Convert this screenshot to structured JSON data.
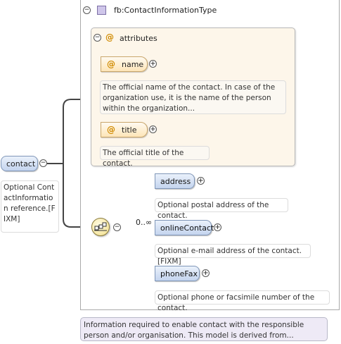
{
  "type": {
    "name": "fb:ContactInformationType",
    "documentation": "Information required to enable contact with the responsible person and/or organisation. This model is derived from..."
  },
  "attributes": {
    "label": "attributes",
    "items": [
      {
        "name": "name",
        "documentation": "The official name of the contact. In case of the organization use, it is the name of the person within the organization..."
      },
      {
        "name": "title",
        "documentation": "The official title of the contact."
      }
    ]
  },
  "root": {
    "name": "contact",
    "documentation": "Optional ContactInformation reference.[FIXM]"
  },
  "sequence": {
    "multiplicity": "0..∞",
    "elements": [
      {
        "name": "address",
        "documentation": "Optional postal address of the contact."
      },
      {
        "name": "onlineContact",
        "documentation": "Optional e-mail address of the contact.[FIXM]"
      },
      {
        "name": "phoneFax",
        "documentation": "Optional phone or facsimile number of the contact."
      }
    ]
  },
  "symbols": {
    "collapse": "−",
    "expand": "+",
    "attribute_marker": "@"
  }
}
